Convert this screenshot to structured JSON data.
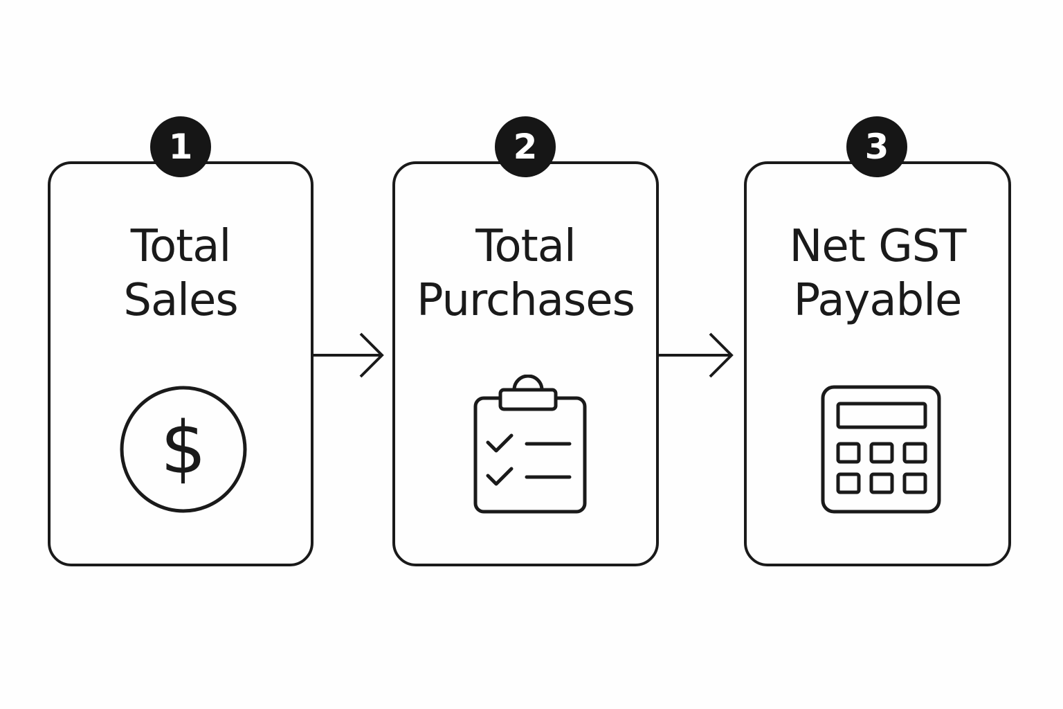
{
  "steps": [
    {
      "number": "1",
      "title_line1": "Total",
      "title_line2": "Sales",
      "icon": "dollar-circle-icon"
    },
    {
      "number": "2",
      "title_line1": "Total",
      "title_line2": "Purchases",
      "icon": "clipboard-checklist-icon"
    },
    {
      "number": "3",
      "title_line1": "Net GST",
      "title_line2": "Payable",
      "icon": "calculator-icon"
    }
  ],
  "icon_glyphs": {
    "currency": "$"
  },
  "colors": {
    "stroke": "#1a1a1a",
    "badge": "#161616",
    "background": "#fefefe"
  }
}
